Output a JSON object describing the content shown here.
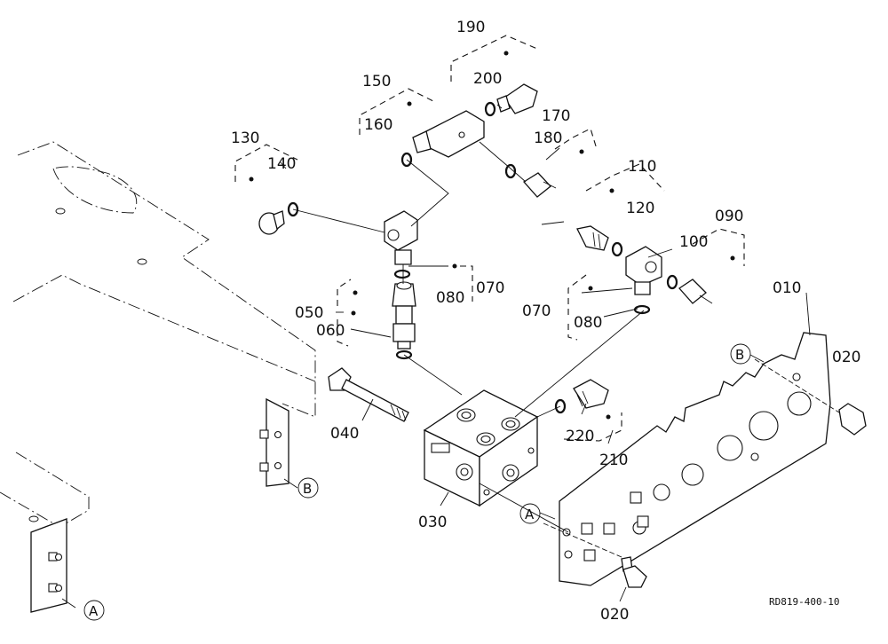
{
  "part_numbers": {
    "p010": "010",
    "p020_top": "020",
    "p020_bottom": "020",
    "p030": "030",
    "p040": "040",
    "p050": "050",
    "p060": "060",
    "p070_left": "070",
    "p070_right": "070",
    "p080_left": "080",
    "p080_right": "080",
    "p090": "090",
    "p100": "100",
    "p110": "110",
    "p120": "120",
    "p130": "130",
    "p140": "140",
    "p150": "150",
    "p160": "160",
    "p170": "170",
    "p180": "180",
    "p190": "190",
    "p200": "200",
    "p210": "210",
    "p220": "220"
  },
  "reference_markers": {
    "a_left": "A",
    "a_right": "A",
    "b_left": "B",
    "b_right": "B"
  },
  "drawing_number": "RD819-400-10"
}
